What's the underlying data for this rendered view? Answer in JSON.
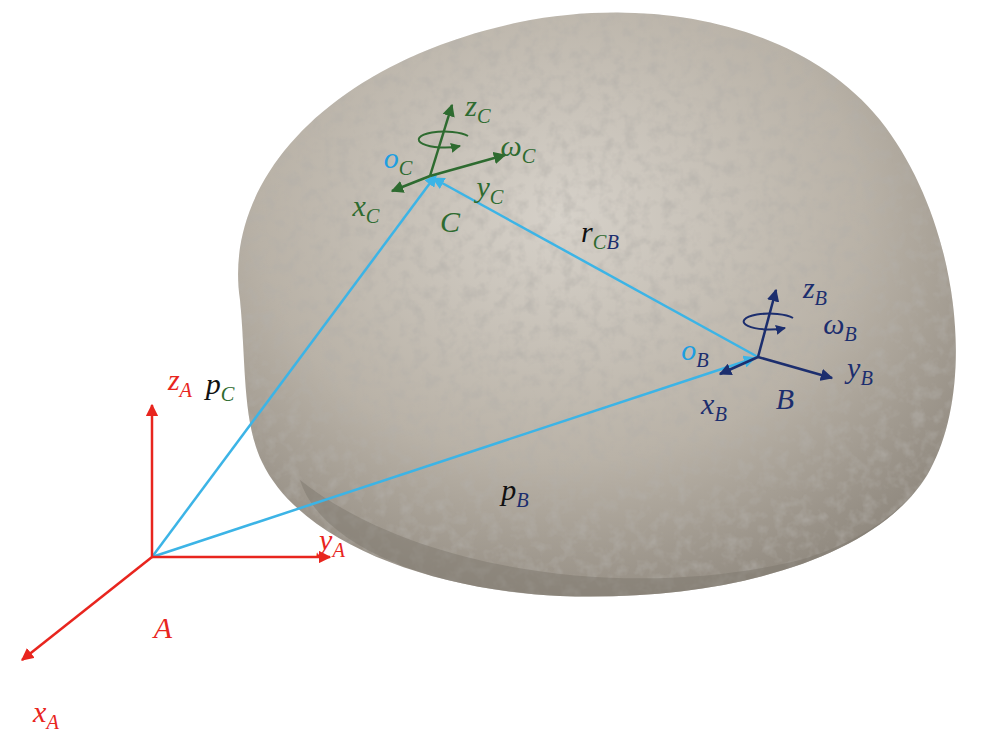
{
  "diagram": {
    "labels": [
      "zC",
      "ωC",
      "oC",
      "xC",
      "yC",
      "C",
      "rCB",
      "zB",
      "ωB",
      "oB",
      "yB",
      "xB",
      "B",
      "zA",
      "pC",
      "pB",
      "yA",
      "A",
      "xA"
    ]
  }
}
